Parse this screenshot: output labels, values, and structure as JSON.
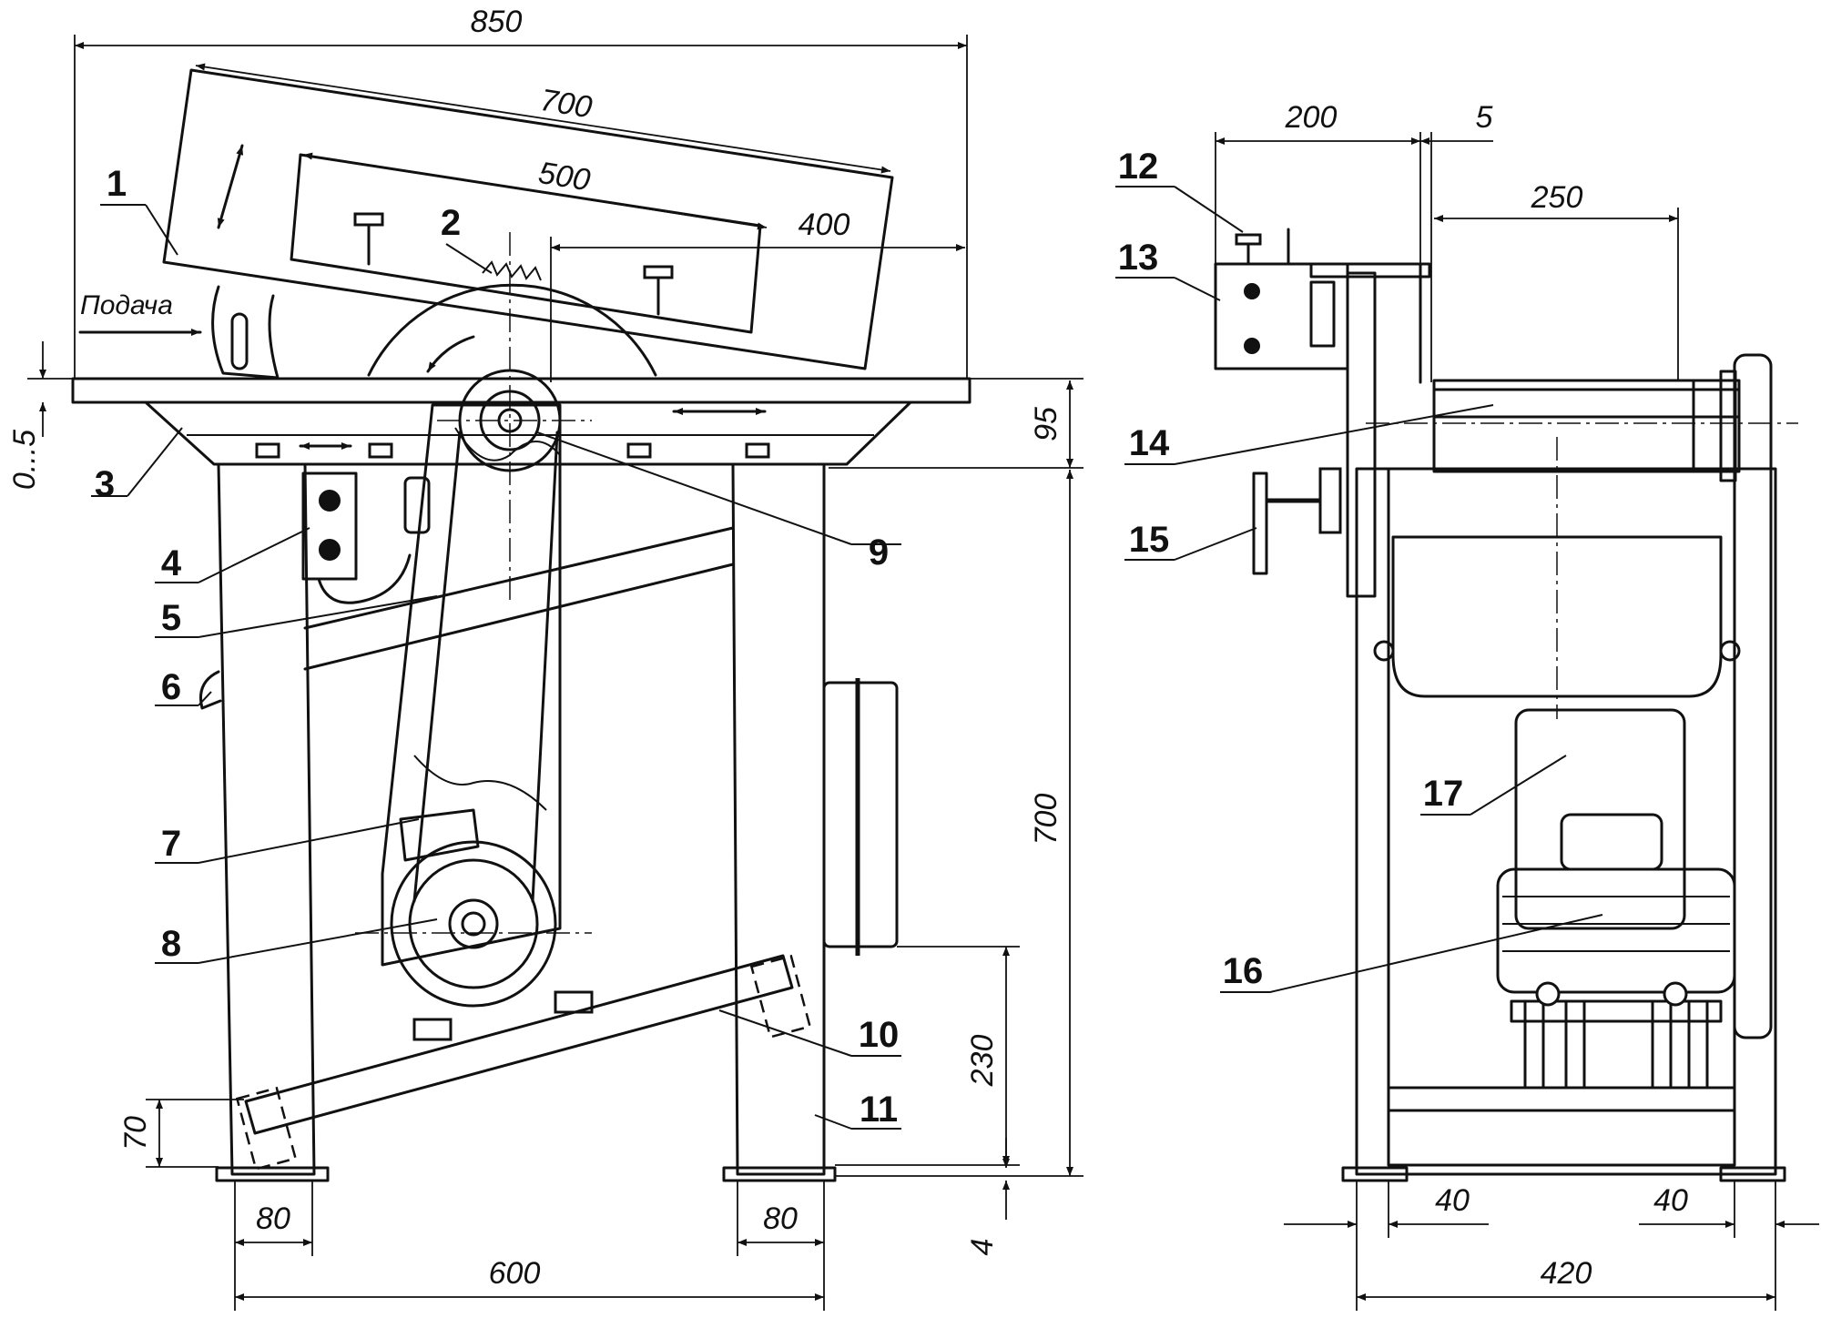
{
  "feed_label": "Подача",
  "dimensions": {
    "d850": "850",
    "d700_top": "700",
    "d500": "500",
    "d400": "400",
    "d0_5": "0...5",
    "d95": "95",
    "d700_height": "700",
    "d230": "230",
    "d70": "70",
    "d4": "4",
    "d80_left": "80",
    "d80_right": "80",
    "d600": "600",
    "d200": "200",
    "d5": "5",
    "d250": "250",
    "d40_left": "40",
    "d40_right": "40",
    "d420": "420"
  },
  "callouts": [
    "1",
    "2",
    "3",
    "4",
    "5",
    "6",
    "7",
    "8",
    "9",
    "10",
    "11",
    "12",
    "13",
    "14",
    "15",
    "16",
    "17"
  ]
}
